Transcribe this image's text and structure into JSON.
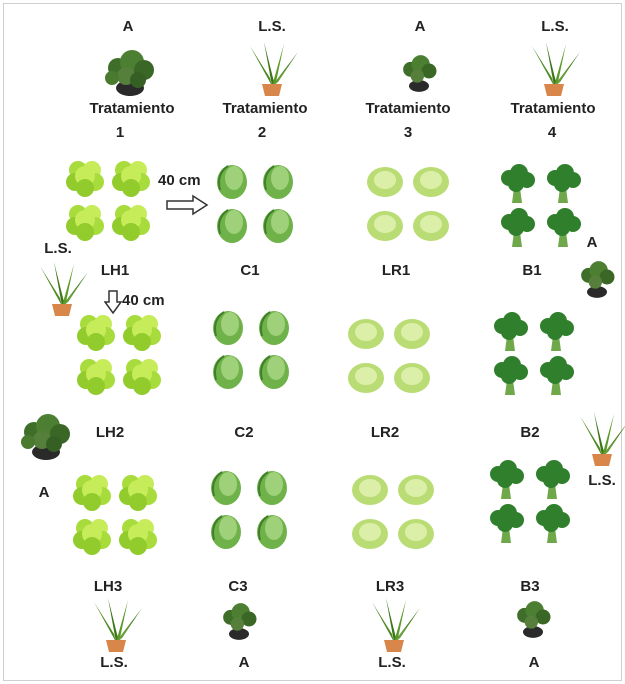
{
  "treatments": [
    {
      "plant_code": "A",
      "plant_icon": "aromatic-plant-icon",
      "title": "Tratamiento",
      "number": "1"
    },
    {
      "plant_code": "L.S.",
      "plant_icon": "snake-plant-icon",
      "title": "Tratamiento",
      "number": "2"
    },
    {
      "plant_code": "A",
      "plant_icon": "aromatic-plant-icon",
      "title": "Tratamiento",
      "number": "3"
    },
    {
      "plant_code": "L.S.",
      "plant_icon": "snake-plant-icon",
      "title": "Tratamiento",
      "number": "4"
    }
  ],
  "plots": {
    "row1": [
      "LH1",
      "C1",
      "LR1",
      "B1"
    ],
    "row2": [
      "LH2",
      "C2",
      "LR2",
      "B2"
    ],
    "row3": [
      "LH3",
      "C3",
      "LR3",
      "B3"
    ]
  },
  "crops": {
    "col1": "leaf-lettuce-icon",
    "col2": "cabbage-icon",
    "col3": "round-lettuce-icon",
    "col4": "broccoli-icon"
  },
  "spacing": {
    "horizontal": "40 cm",
    "vertical": "40 cm"
  },
  "side_labels": {
    "b1_right": "A",
    "lh1_left": "L.S.",
    "lh2_left": "A",
    "b2_right": "L.S."
  },
  "bottom_labels": [
    "L.S.",
    "A",
    "L.S.",
    "A"
  ],
  "colors": {
    "lettuce_leaf": "#a8dc3c",
    "cabbage": "#6fb24a",
    "round_lettuce": "#b9dd74",
    "broccoli": "#2f7f2c",
    "snake_plant": "#4b8a1f",
    "pot": "#d9864a",
    "aromatic_plant": "#3f6e2a",
    "aromatic_pot": "#2a2a2a"
  }
}
